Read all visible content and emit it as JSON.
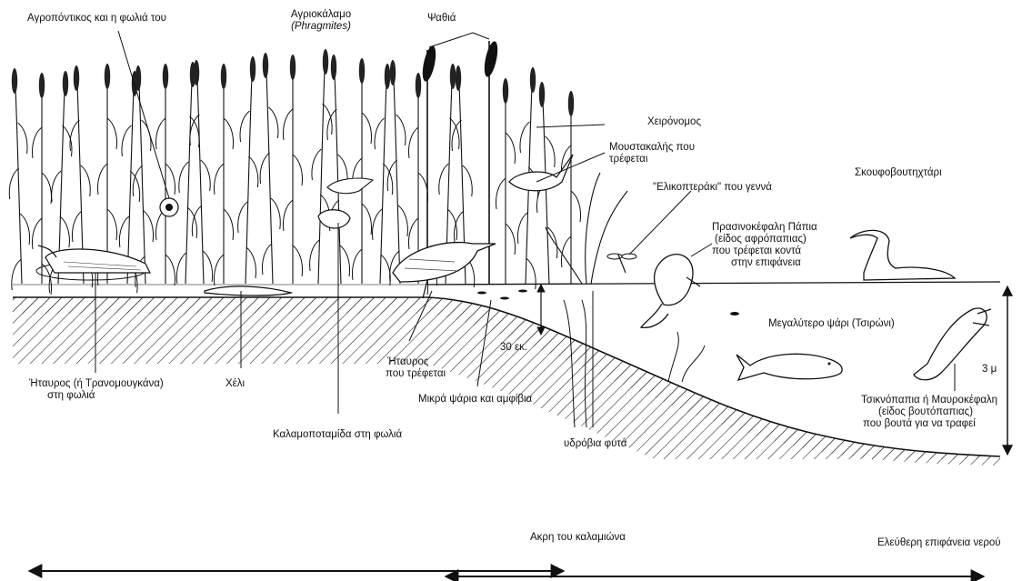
{
  "labels": {
    "agroponti": "Αγροπόντικος και η φωλιά του",
    "agrio_line1": "Αγριοκάλαμο",
    "agrio_line2": "(Phragmites)",
    "psathia": "Ψαθιά",
    "cheironomos": "Χειρόνομος",
    "moustakalis_1": "Μουστακαλής που",
    "moustakalis_2": "τρέφεται",
    "elikopteraki": "\"Ελικοπτεράκι\" που γεννά",
    "skoufo": "Σκουφοβουτηχτάρι",
    "prasino_1": "Πρασινοκέφαλη Πάπια",
    "prasino_2": "(είδος αφρόπαπιας)",
    "prasino_3": "που τρέφεται κοντά",
    "prasino_4": "στην επιφάνεια",
    "megalytero": "Μεγαλύτερο ψάρι (Τσιρώνι)",
    "tsikno_1": "Τσικνόπαπια ή Μαυροκέφαλη",
    "tsikno_2": "(είδος βουτόπαπιας)",
    "tsikno_3": "που βουτά για να τραφεί",
    "depth_3m": "3 μ",
    "depth_30": "30 εκ.",
    "itavros_nest_1": "Ήταυρος (ή Τρανομουγκάνα)",
    "itavros_nest_2": "στη φωλιά",
    "cheli": "Χέλι",
    "itavros_feed_1": "Ήταυρος",
    "itavros_feed_2": "που τρέφεται",
    "kalamo": "Καλαμοποταμίδα στη φωλιά",
    "mikra": "Μικρά ψάρια και αμφίβια",
    "ydrovia": "υδρόβια φυτά",
    "akri": "Ακρη του καλαμιώνα",
    "eleftheri": "Ελεύθερη επιφάνεια νερού"
  },
  "icons": {
    "reed": "reed-plume-icon",
    "cattail": "cattail-icon",
    "bittern": "bittern-bird-icon",
    "grebe": "grebe-bird-icon",
    "mallard": "mallard-duck-icon",
    "diving_duck": "diving-duck-icon",
    "fish": "fish-icon",
    "eel": "eel-icon",
    "warbler": "reed-warbler-icon",
    "dragonfly": "dragonfly-icon"
  },
  "colors": {
    "ink": "#111111",
    "background": "#ffffff"
  }
}
